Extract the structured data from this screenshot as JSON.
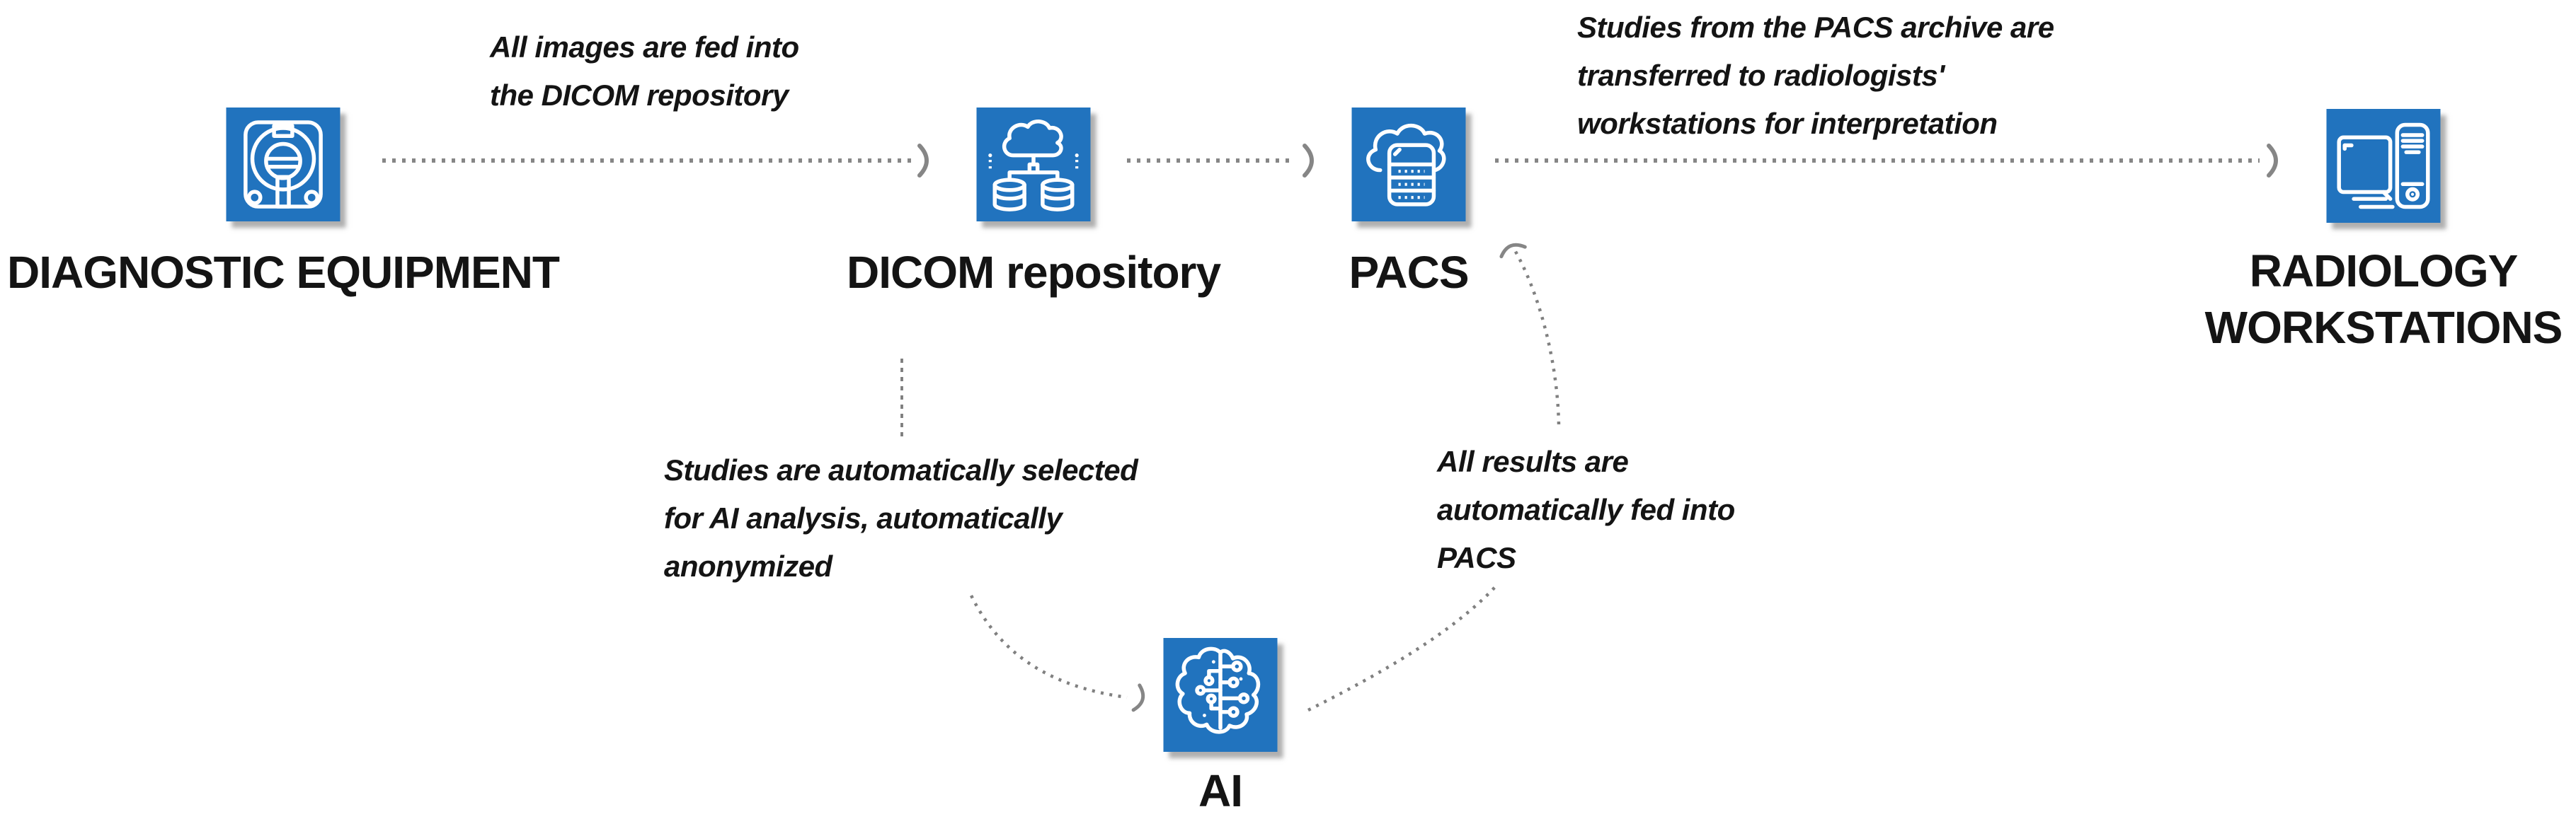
{
  "colors": {
    "node_blue": "#2173BE",
    "icon_stroke_white": "#FFFFFF",
    "arrow_gray": "#868686",
    "label_black": "#141414",
    "background": "#FFFFFF"
  },
  "nodes": [
    {
      "id": "diagnostic-equipment",
      "icon": "mri-scanner-icon",
      "label_lines": [
        "DIAGNOSTIC EQUIPMENT"
      ]
    },
    {
      "id": "dicom-repository",
      "icon": "cloud-databases-icon",
      "label_lines": [
        "DICOM repository"
      ]
    },
    {
      "id": "pacs",
      "icon": "cloud-server-icon",
      "label_lines": [
        "PACS"
      ]
    },
    {
      "id": "radiology-workstations",
      "icon": "workstation-computers-icon",
      "label_lines": [
        "RADIOLOGY",
        "WORKSTATIONS"
      ]
    },
    {
      "id": "ai",
      "icon": "ai-brain-circuit-icon",
      "label_lines": [
        "AI"
      ]
    }
  ],
  "annotations": [
    {
      "id": "images-to-dicom",
      "lines": [
        "All images are fed into",
        "the DICOM repository"
      ]
    },
    {
      "id": "pacs-to-workstations",
      "lines": [
        "Studies from the PACS archive are",
        "transferred to radiologists'",
        "workstations for interpretation"
      ]
    },
    {
      "id": "dicom-to-ai",
      "lines": [
        "Studies are automatically selected",
        "for AI analysis, automatically",
        "anonymized"
      ]
    },
    {
      "id": "ai-to-pacs",
      "lines": [
        "All results are",
        "automatically fed into",
        "PACS"
      ]
    }
  ],
  "arrows": [
    {
      "id": "arrow-diagnostic-to-dicom",
      "from": "diagnostic-equipment",
      "to": "dicom-repository",
      "style": "dotted"
    },
    {
      "id": "arrow-dicom-to-pacs",
      "from": "dicom-repository",
      "to": "pacs",
      "style": "dotted"
    },
    {
      "id": "arrow-pacs-to-workstations",
      "from": "pacs",
      "to": "radiology-workstations",
      "style": "dotted"
    },
    {
      "id": "arrow-dicom-down",
      "from": "dicom-repository",
      "to": "ai",
      "style": "dotted-curved"
    },
    {
      "id": "arrow-ai-to-pacs",
      "from": "ai",
      "to": "pacs",
      "style": "dotted-curved"
    }
  ]
}
